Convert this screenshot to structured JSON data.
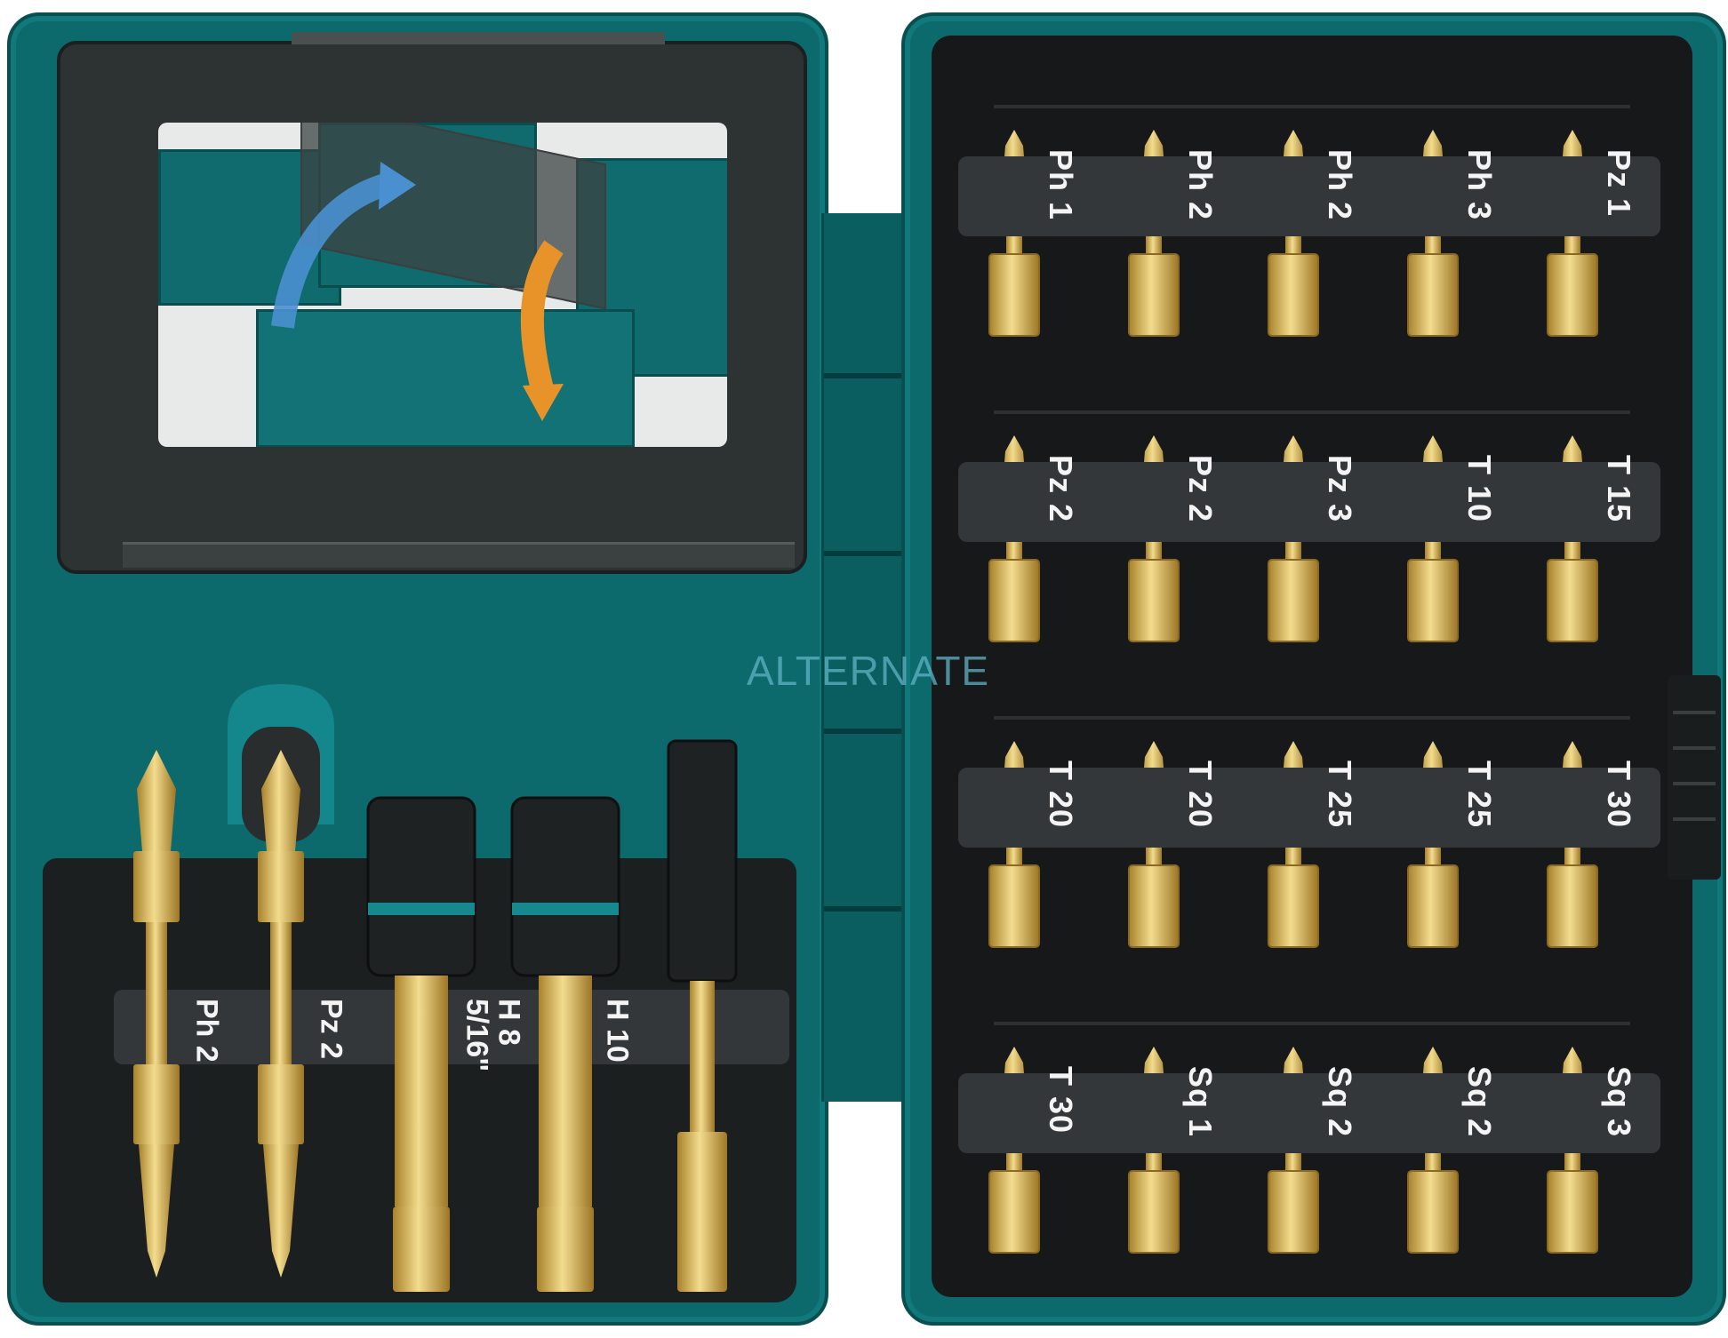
{
  "watermark": "ALTERNATE",
  "bit_rows": [
    [
      "Ph 1",
      "Ph 2",
      "Ph 2",
      "Ph 3",
      "Pz 1"
    ],
    [
      "Pz 2",
      "Pz 2",
      "Pz 3",
      "T 10",
      "T 15"
    ],
    [
      "T 20",
      "T 20",
      "T 25",
      "T 25",
      "T 30"
    ],
    [
      "T 30",
      "Sq 1",
      "Sq 2",
      "Sq 2",
      "Sq 3"
    ]
  ],
  "lower_items": [
    {
      "label": "Ph 2",
      "kind": "double-bit"
    },
    {
      "label": "Pz 2",
      "kind": "double-bit"
    },
    {
      "label": "H 8\n5/16\"",
      "kind": "nut-setter"
    },
    {
      "label": "H 10",
      "kind": "nut-setter"
    },
    {
      "label": "",
      "kind": "bit-holder"
    }
  ],
  "colors": {
    "case": "#0d6a6c",
    "tray": "#161819",
    "gold": "#d9b65a",
    "label_band": "#33373a"
  }
}
